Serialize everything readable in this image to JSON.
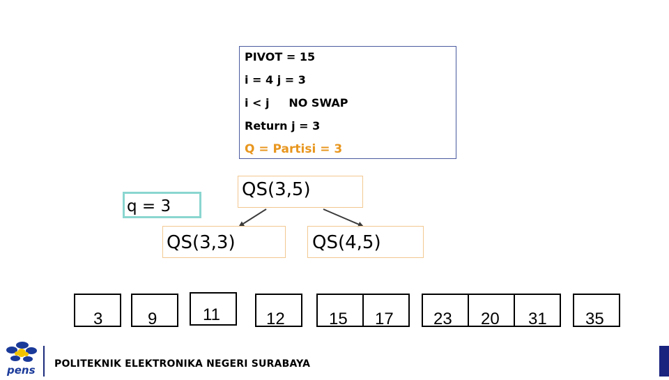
{
  "info_box": {
    "line1": "PIVOT = 15",
    "line2": "i = 4 j = 3",
    "line3": "i < j     NO SWAP",
    "line4": "Return j = 3",
    "line5": "Q = Partisi = 3",
    "highlight_color": "#e8961e"
  },
  "calls": {
    "root": "QS(3,5)",
    "left": "QS(3,3)",
    "right": "QS(4,5)"
  },
  "q_label": "q = 3",
  "array": [
    "3",
    "9",
    "11",
    "12",
    "15",
    "17",
    "23",
    "20",
    "31",
    "35"
  ],
  "footer": {
    "institution": "POLITEKNIK ELEKTRONIKA NEGERI SURABAYA",
    "logo_text": "pens",
    "bar_color": "#1a237e"
  }
}
